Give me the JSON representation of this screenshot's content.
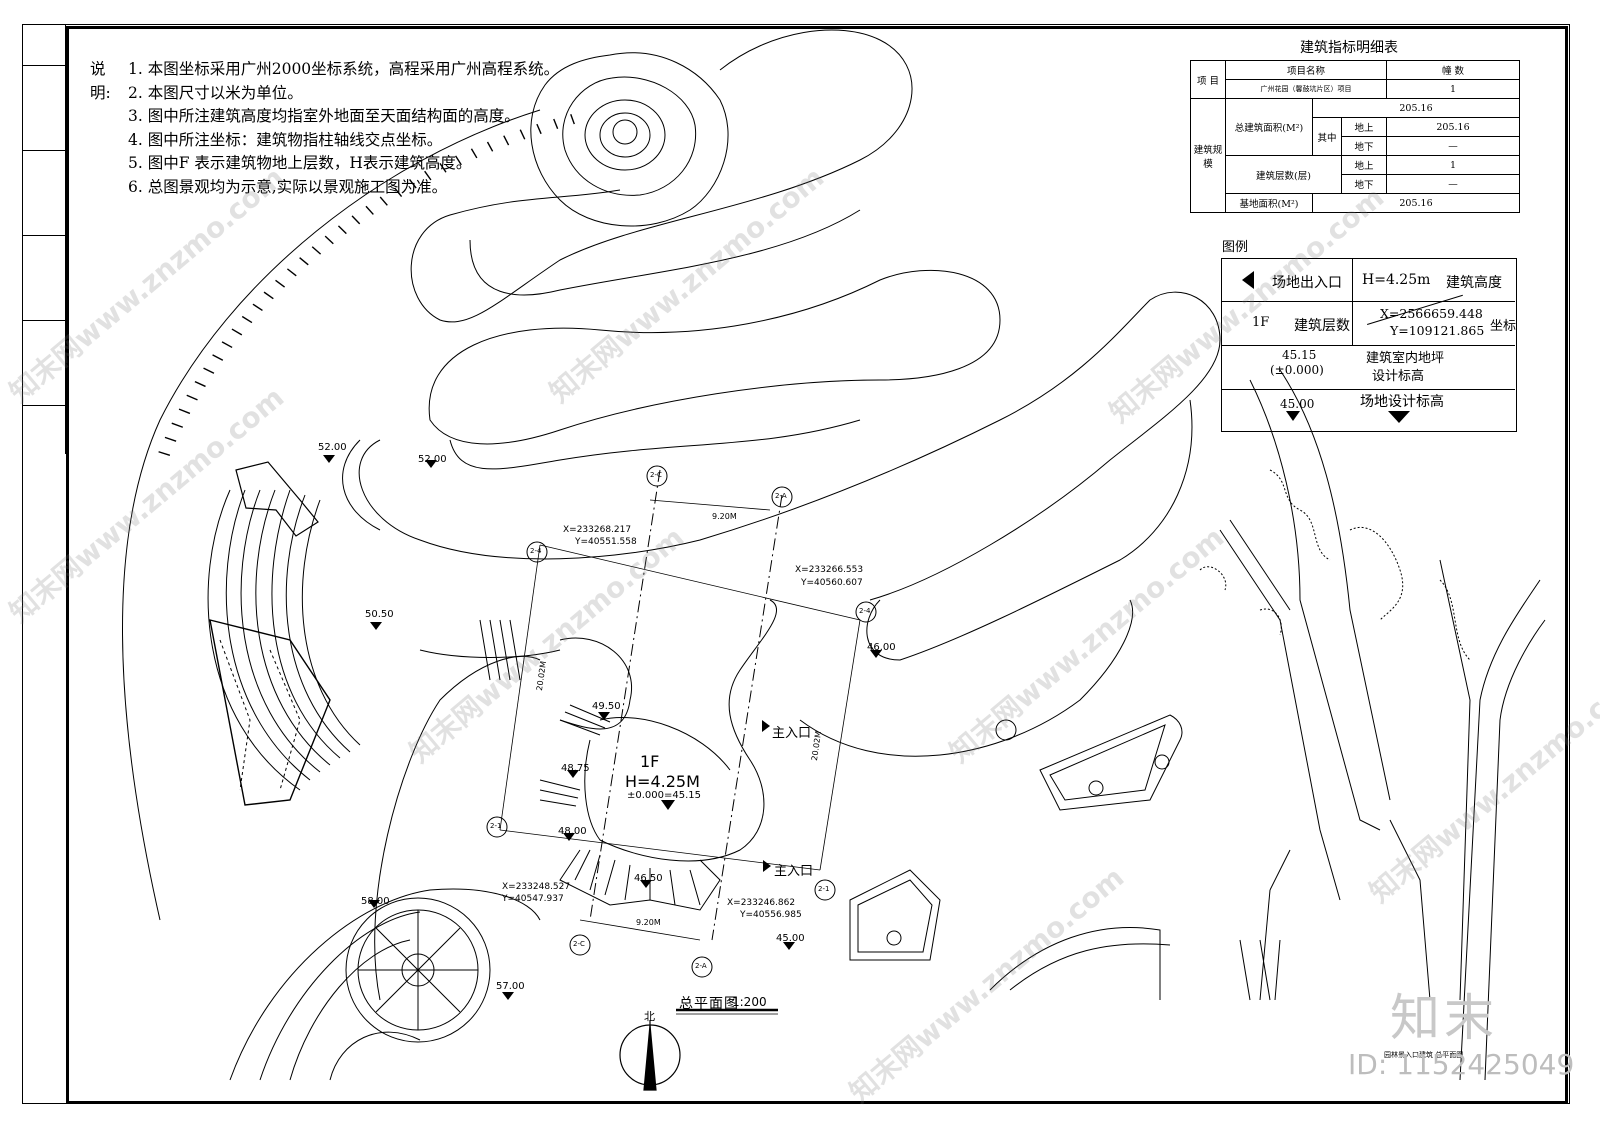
{
  "notes": {
    "label": "说明:",
    "items": [
      "1. 本图坐标采用广州2000坐标系统，高程采用广州高程系统。",
      "2. 本图尺寸以米为单位。",
      "3. 图中所注建筑高度均指室外地面至天面结构面的高度。",
      "4. 图中所注坐标：建筑物指柱轴线交点坐标。",
      "5. 图中F 表示建筑物地上层数，H表示建筑高度。",
      "6. 总图景观均为示意,实际以景观施工图为准。"
    ]
  },
  "index_table": {
    "title": "建筑指标明细表",
    "project_label": "项 目",
    "col_name": "项目名称",
    "col_count": "幢 数",
    "project_name": "广州花园（馨鼓坑片区）项目",
    "project_count": "1",
    "scale_label": "建筑规模",
    "total_area_label": "总建筑面积(M²)",
    "total_area": "205.16",
    "among_label": "其中",
    "above_label": "地上",
    "below_label": "地下",
    "above_area": "205.16",
    "below_area": "—",
    "floors_label": "建筑层数(层)",
    "floors_above": "1",
    "floors_below": "—",
    "base_area_label": "基地面积(M²)",
    "base_area": "205.16"
  },
  "legend": {
    "title": "图例",
    "entrance_label": "场地出入口",
    "height_value": "H=4.25m",
    "height_label": "建筑高度",
    "floor_value": "1F",
    "floor_label": "建筑层数",
    "coord_x": "X=2566659.448",
    "coord_y": "Y=109121.865",
    "coord_label": "坐标",
    "indoor_value": "45.15",
    "indoor_zero": "(±0.000)",
    "indoor_label_1": "建筑室内地坪",
    "indoor_label_2": "设计标高",
    "site_value": "45.00",
    "site_label": "场地设计标高"
  },
  "plan": {
    "building_floor": "1F",
    "building_height": "H=4.25M",
    "building_elev": "±0.000=45.15",
    "main_entrance_1": "主入口",
    "main_entrance_2": "主入口",
    "title": "总平面图",
    "scale": "1:200",
    "north": "北",
    "dim_top": "9.20M",
    "dim_bottom": "9.20M",
    "dim_left": "20.02M",
    "dim_right": "20.02M",
    "coords": [
      {
        "x": "X=233268.217",
        "y": "Y=40551.558"
      },
      {
        "x": "X=233266.553",
        "y": "Y=40560.607"
      },
      {
        "x": "X=233248.527",
        "y": "Y=40547.937"
      },
      {
        "x": "X=233246.862",
        "y": "Y=40556.985"
      }
    ],
    "axes": [
      "2-C",
      "2-A",
      "2-4",
      "2-4",
      "2-1",
      "2-1",
      "2-C",
      "2-A"
    ],
    "elevations": [
      "52.00",
      "52.00",
      "50.50",
      "46.00",
      "49.50",
      "48.75",
      "48.00",
      "46.50",
      "45.00",
      "58.00",
      "57.00"
    ]
  },
  "footer": {
    "brand": "知末",
    "id": "ID: 1152425049",
    "stamp": "园林景入口建筑 总平面图"
  },
  "watermark": "知末网www.znzmo.com"
}
